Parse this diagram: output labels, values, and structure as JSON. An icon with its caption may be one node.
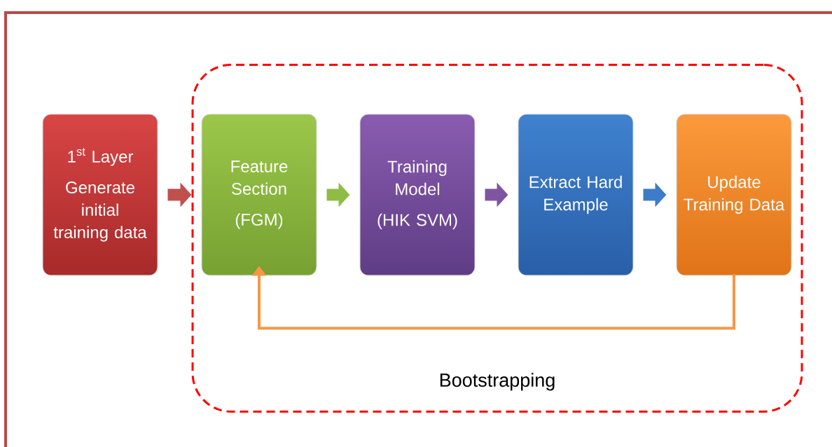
{
  "diagram": {
    "nodes": [
      {
        "text": [
          "\\text{1}^{\\text{st}}\\text{ Layer}",
          "Generate initial training data"
        ]
      },
      {
        "text": [
          "Bootstrapping"
        ]
      },
      {
        "text": [
          "Feature Section",
          "(FGM)"
        ],
        "in": 1
      },
      {
        "text": [
          "Training Model",
          "(HIK SVM)"
        ],
        "in": 1
      },
      {
        "text": [
          "Extract Hard Example"
        ],
        "in": 1
      },
      {
        "text": [
          "Update Training Data"
        ],
        "in": 1
      }
    ],
    "edges": [
      {
        "from": 0,
        "to": 2,
        "arrow": "to",
        "color": "#c0504d"
      },
      {
        "from": 2,
        "to": 3,
        "arrow": "to",
        "color": "#8fbc45"
      },
      {
        "from": 3,
        "to": 4,
        "arrow": "to",
        "color": "#7d55a0"
      },
      {
        "from": 4,
        "to": 5,
        "arrow": "to",
        "color": "#3d7cc9"
      },
      {
        "from": 5,
        "to": 2,
        "arrow": "to",
        "color": "#f79646"
      }
    ]
  }
}
